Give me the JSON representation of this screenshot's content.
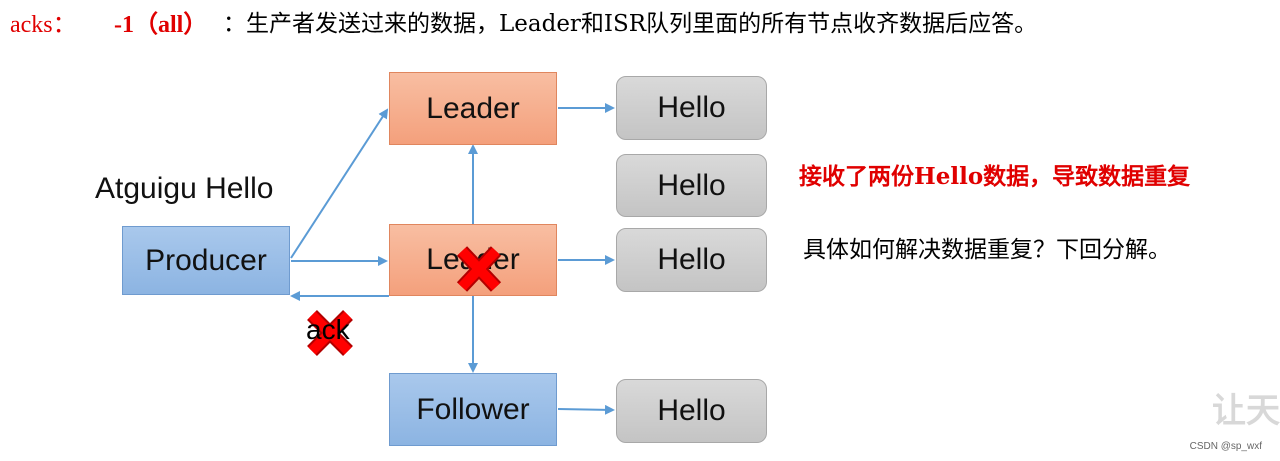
{
  "header": {
    "label": "acks：",
    "value": "-1（all）",
    "description": "：生产者发送过来的数据，Leader和ISR队列里面的所有节点收齐数据后应答。"
  },
  "diagram": {
    "message": "Atguigu Hello",
    "producer": "Producer",
    "leader_top": "Leader",
    "leader_failed": "Leader",
    "follower": "Follower",
    "hello_boxes": [
      "Hello",
      "Hello",
      "Hello",
      "Hello"
    ],
    "ack": "ack"
  },
  "notes": {
    "duplicate": "接收了两份Hello数据，导致数据重复",
    "question": "具体如何解决数据重复？下回分解。"
  },
  "watermark": "CSDN @sp_wxf",
  "faint_text": "让天",
  "colors": {
    "accent_red": "#e00000",
    "leader_orange": "#f4a07c",
    "producer_blue": "#8cb4e2",
    "hello_gray": "#c9c9c9",
    "arrow_blue": "#5b9bd5",
    "cross_red": "#ff0000"
  }
}
